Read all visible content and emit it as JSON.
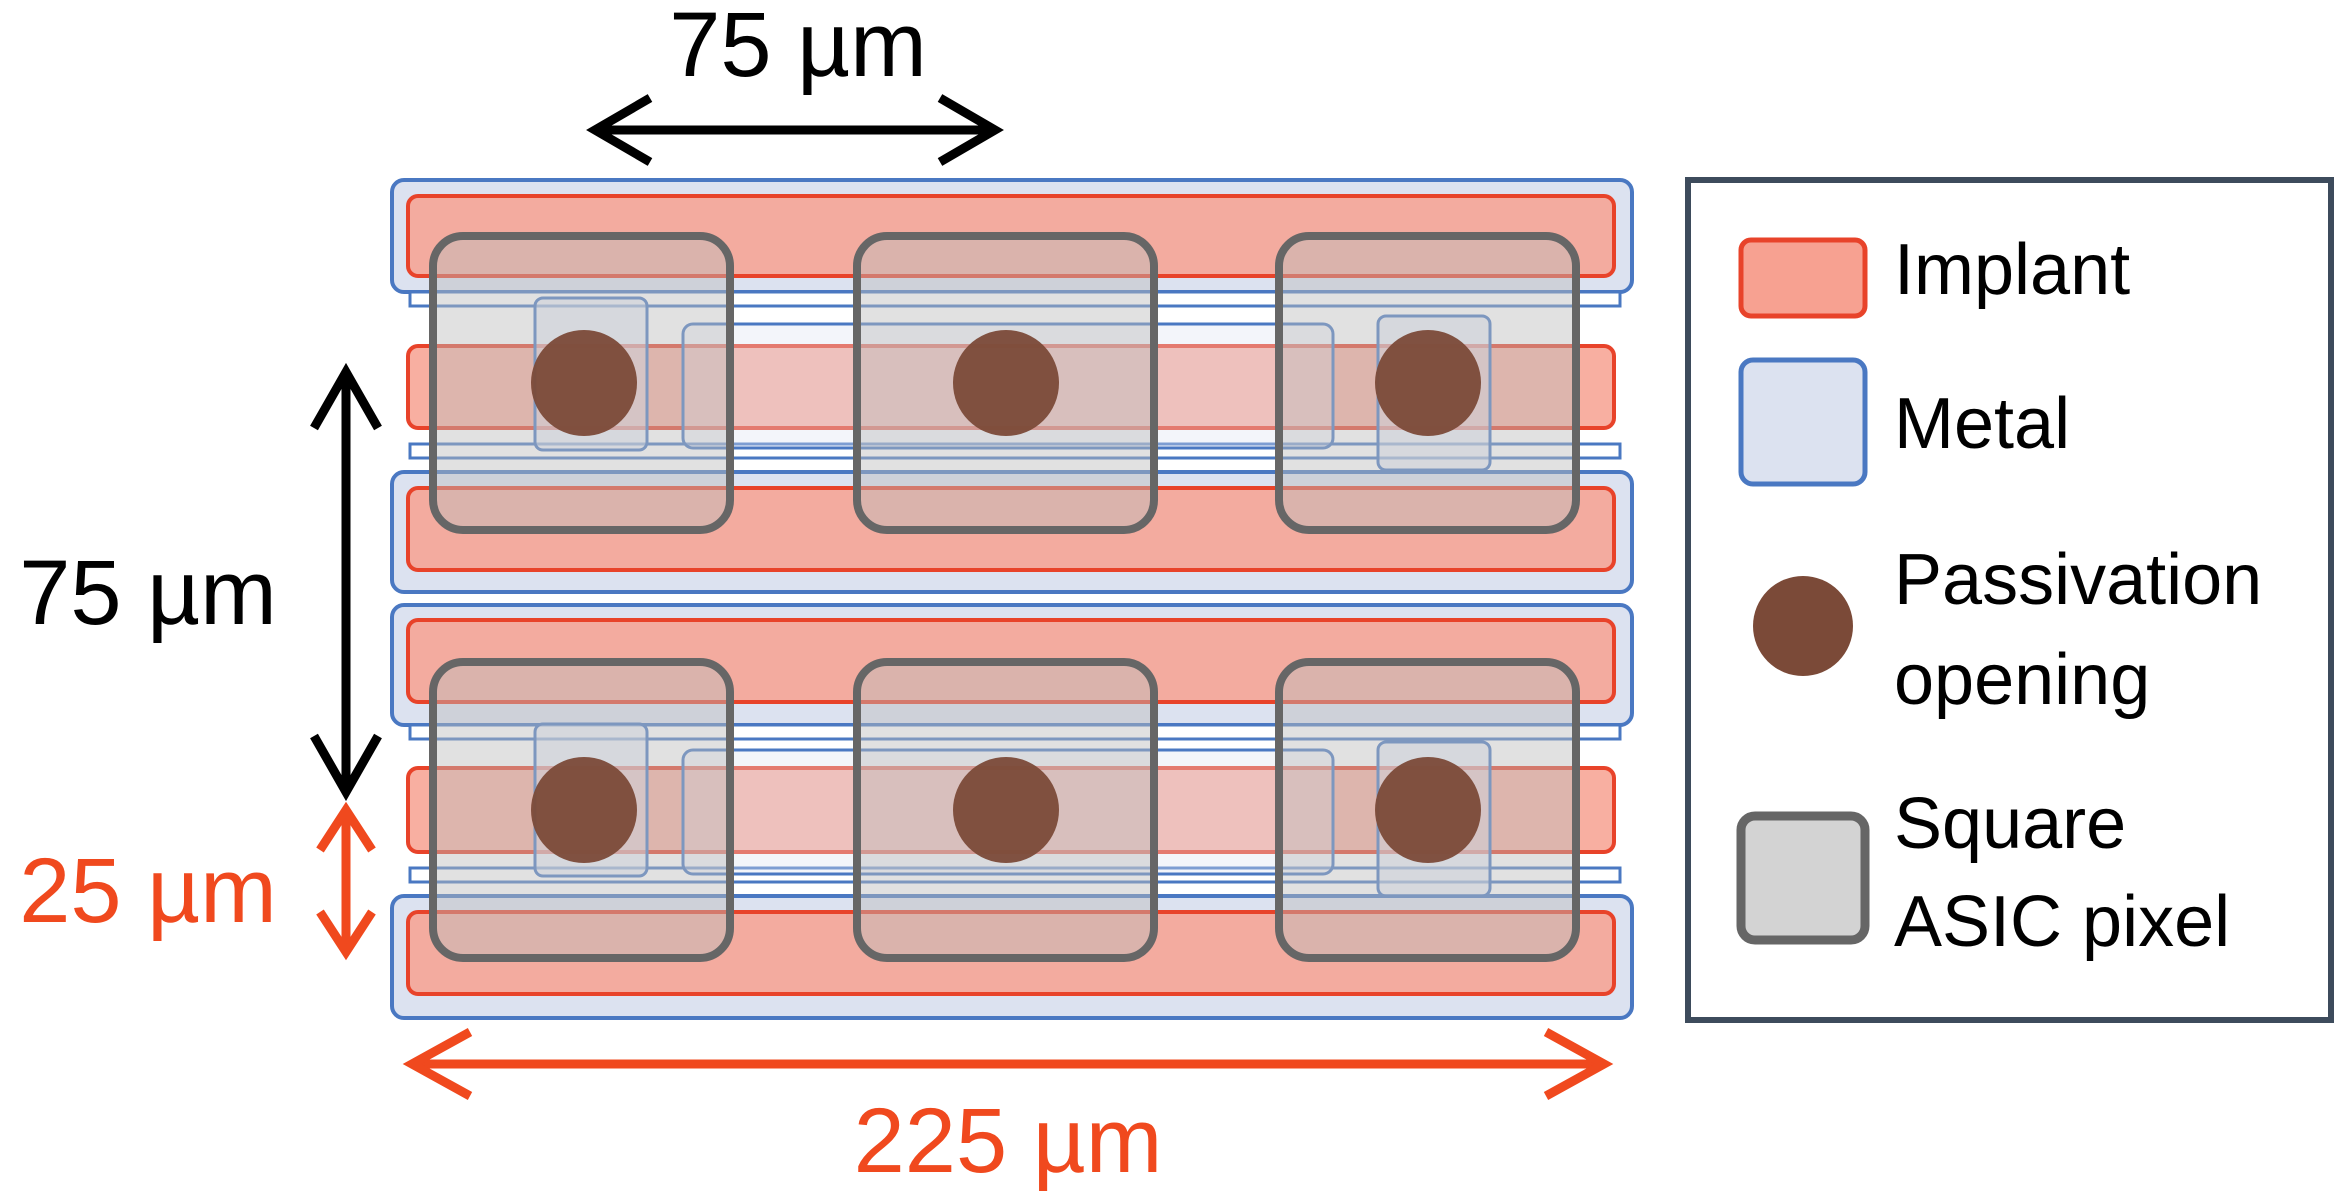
{
  "dimensions": {
    "pitch_horizontal": "75 µm",
    "pitch_vertical": "75 µm",
    "gap_vertical": "25 µm",
    "total_width": "225 µm"
  },
  "legend": {
    "implant": "Implant",
    "metal": "Metal",
    "passivation_line1": "Passivation",
    "passivation_line2": "opening",
    "pixel_line1": "Square",
    "pixel_line2": "ASIC pixel"
  },
  "colors": {
    "implant_fill": "#F7A191",
    "implant_stroke": "#E8432A",
    "metal_fill": "#DCE2F0",
    "metal_stroke": "#4A78C2",
    "passivation": "#7B4A38",
    "pixel_fill": "#D3D3D3",
    "pixel_stroke": "#666666",
    "dimension_black": "#000000",
    "dimension_orange": "#F0491E",
    "legend_border": "#3D4B5C"
  }
}
